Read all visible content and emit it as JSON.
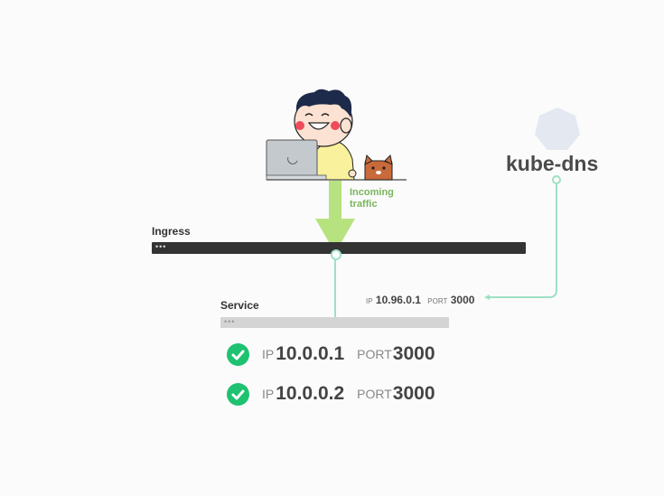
{
  "ingress": {
    "label": "Ingress",
    "dots": "•••"
  },
  "traffic": {
    "line1": "Incoming",
    "line2": "traffic"
  },
  "service": {
    "label": "Service",
    "dots": "•••",
    "cluster_ip_label": "IP",
    "cluster_ip": "10.96.0.1",
    "cluster_port_label": "PORT",
    "cluster_port": "3000"
  },
  "dns": {
    "label": "kube-dns"
  },
  "endpoints": [
    {
      "ip_label": "IP",
      "ip": "10.0.0.1",
      "port_label": "PORT",
      "port": "3000",
      "status": "check-icon"
    },
    {
      "ip_label": "IP",
      "ip": "10.0.0.2",
      "port_label": "PORT",
      "port": "3000",
      "status": "check-icon"
    }
  ],
  "colors": {
    "ingress_bar": "#333333",
    "service_bar": "#d4d4d4",
    "arrow": "#b6e27f",
    "connector": "#9fe0c4",
    "check": "#1ec270",
    "dns_heptagon": "#e3e8f1"
  }
}
